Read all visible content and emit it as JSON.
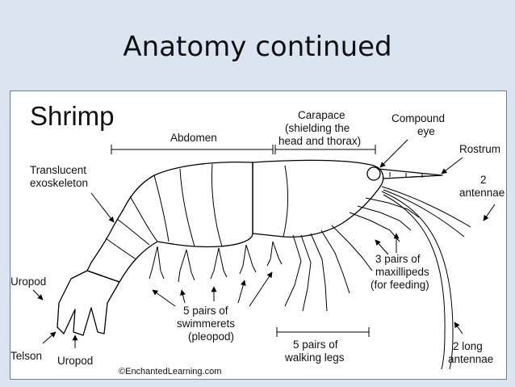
{
  "slide": {
    "title": "Anatomy continued",
    "background_color": "#dbe5f1"
  },
  "diagram": {
    "heading": "Shrimp",
    "credit": "©EnchantedLearning.com",
    "labels": {
      "abdomen": "Abdomen",
      "carapace": [
        "Carapace",
        "(shielding the",
        "head and thorax)"
      ],
      "compound_eye": [
        "Compound",
        "eye"
      ],
      "rostrum": "Rostrum",
      "antennae_short": [
        "2",
        "antennae"
      ],
      "translucent_exoskeleton": [
        "Translucent",
        "exoskeleton"
      ],
      "maxillipeds": [
        "3 pairs of",
        "maxillipeds",
        "(for feeding)"
      ],
      "uropod_left": "Uropod",
      "swimmerets": [
        "5 pairs of",
        "swimmerets",
        "(pleopod)"
      ],
      "walking_legs": [
        "5 pairs of",
        "walking legs"
      ],
      "long_antennae": [
        "2 long",
        "antennae"
      ],
      "telson": "Telson",
      "uropod_bottom": "Uropod"
    }
  }
}
